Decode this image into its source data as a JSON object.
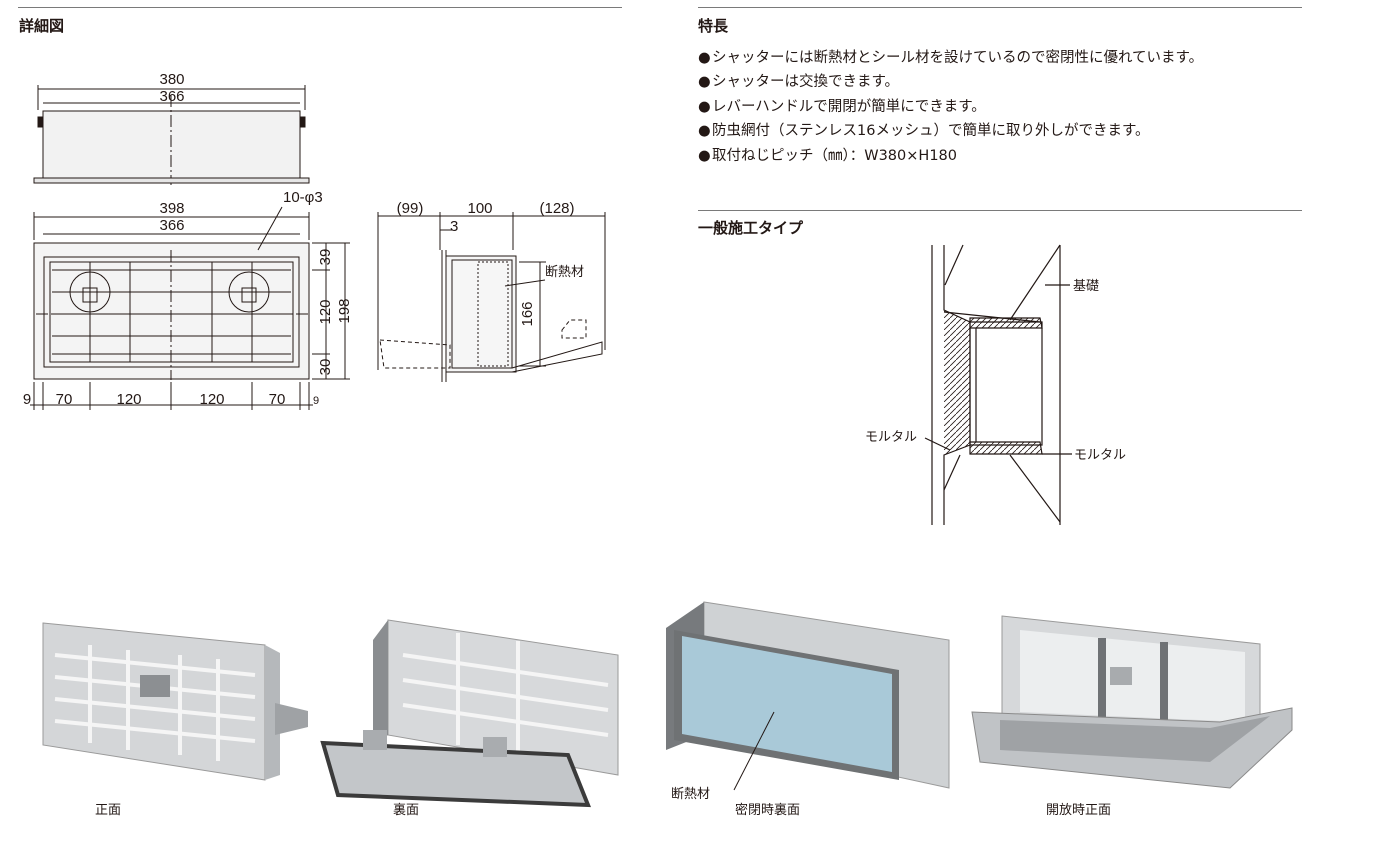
{
  "detail_section": {
    "heading": "詳細図",
    "top_view": {
      "outer_width": "380",
      "inner_width": "366"
    },
    "front_view": {
      "overall_width": "398",
      "inner_width": "366",
      "hole_spec": "10-φ3",
      "height_top": "39",
      "height_mid": "120",
      "height_total": "198",
      "height_bottom": "30",
      "bottom_dims": [
        "9",
        "70",
        "120",
        "120",
        "70",
        "9"
      ]
    },
    "side_view": {
      "left_dim": "(99)",
      "mid_dim": "100",
      "right_dim": "(128)",
      "small_dim": "3",
      "height_dim": "166",
      "insulation_label": "断熱材"
    }
  },
  "features_section": {
    "heading": "特長",
    "bullet": "●",
    "items": [
      "シャッターには断熱材とシール材を設けているので密閉性に優れています。",
      "シャッターは交換できます。",
      "レバーハンドルで開閉が簡単にできます。",
      "防虫網付（ステンレス16メッシュ）で簡単に取り外しができます。",
      "取付ねじピッチ（㎜）：W380×H180"
    ]
  },
  "install_section": {
    "heading": "一般施工タイプ",
    "label_foundation": "基礎",
    "label_mortar_left": "モルタル",
    "label_mortar_right": "モルタル"
  },
  "photos": {
    "front_caption": "正面",
    "back_caption": "裏面",
    "closed_back_caption": "密閉時裏面",
    "open_front_caption": "開放時正面",
    "insulation_label": "断熱材"
  },
  "colors": {
    "line": "#231815",
    "rule": "#7a7a7a",
    "insulation_panel": "#a9c9d8",
    "metal": "#c9cbcd"
  }
}
